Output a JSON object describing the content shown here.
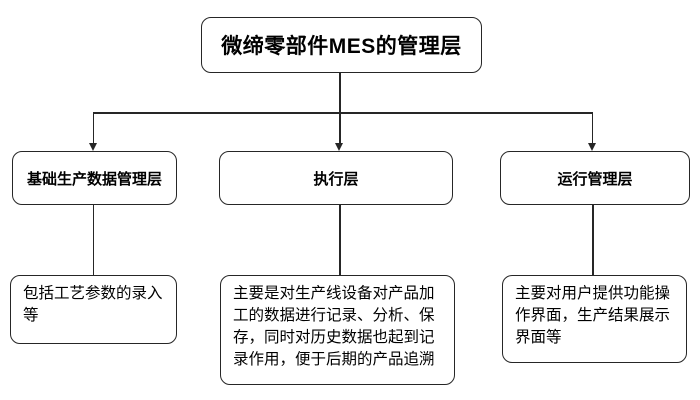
{
  "diagram": {
    "root": {
      "label": "微缔零部件MES的管理层"
    },
    "branches": [
      {
        "header": "基础生产数据管理层",
        "detail": "包括工艺参数的录入等"
      },
      {
        "header": "执行层",
        "detail": "主要是对生产线设备对产品加工的数据进行记录、分析、保存，同时对历史数据也起到记录作用，便于后期的产品追溯"
      },
      {
        "header": "运行管理层",
        "detail": "主要对用户提供功能操作界面，生产结果展示界面等"
      }
    ],
    "colors": {
      "line": "#262626",
      "background": "#ffffff",
      "text": "#000000"
    }
  }
}
